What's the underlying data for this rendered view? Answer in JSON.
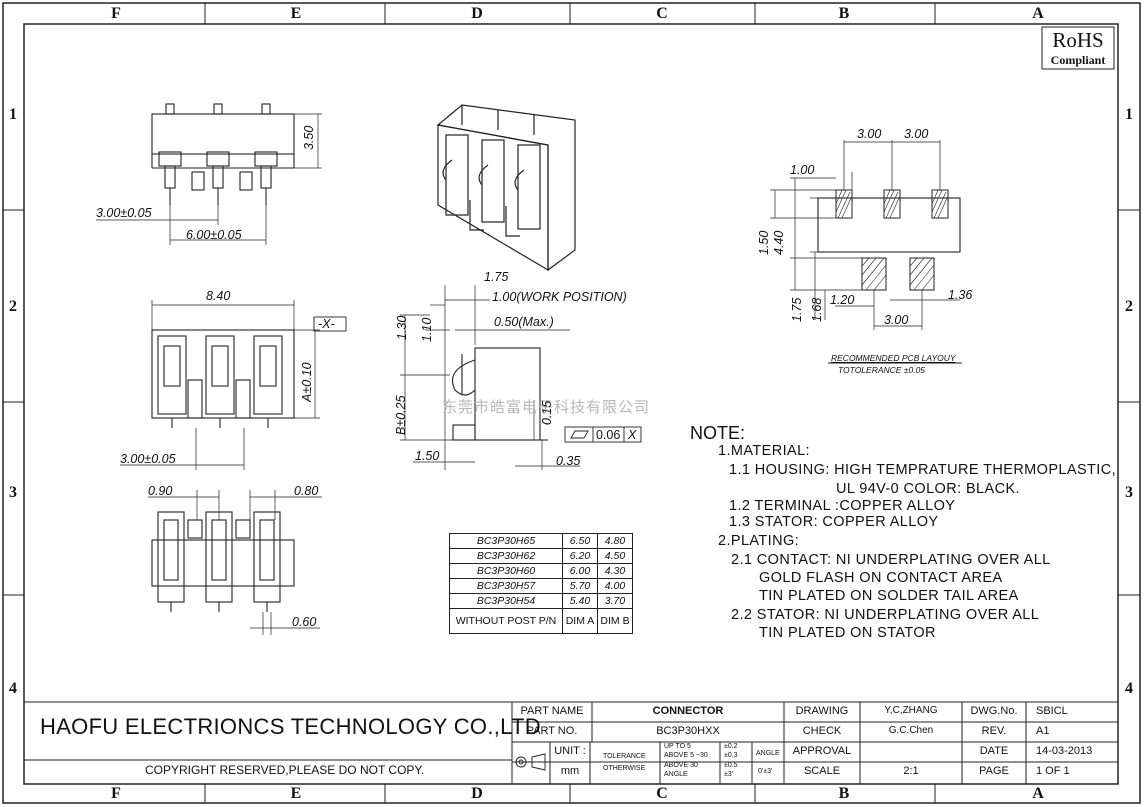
{
  "zones": {
    "columns": [
      "F",
      "E",
      "D",
      "C",
      "B",
      "A"
    ],
    "rows": [
      "1",
      "2",
      "3",
      "4"
    ]
  },
  "rohs": {
    "title": "RoHS",
    "subtitle": "Compliant"
  },
  "watermark": "东莞市皓富电子科技有限公司",
  "dims": {
    "top_view_height": "3.50",
    "top_pitch_single": "3.00±0.05",
    "top_pitch_double": "6.00±0.05",
    "front_width": "8.40",
    "front_datum": "-X-",
    "front_height": "A±0.10",
    "front_pitch": "3.00±0.05",
    "bottom_left": "0.90",
    "bottom_right": "0.80",
    "bottom_post": "0.60",
    "side_175": "1.75",
    "side_work": "1.00(WORK POSITION)",
    "side_130": "1.30",
    "side_110": "1.10",
    "side_050": "0.50(Max.)",
    "side_b": "B±0.25",
    "side_015": "0.15",
    "side_150": "1.50",
    "side_035": "0.35",
    "flatness_value": "0.06",
    "flatness_datum": "X",
    "pcb_300a": "3.00",
    "pcb_300b": "3.00",
    "pcb_100": "1.00",
    "pcb_150": "1.50",
    "pcb_440": "4.40",
    "pcb_175": "1.75",
    "pcb_168": "1.68",
    "pcb_120": "1.20",
    "pcb_136": "1.36",
    "pcb_300c": "3.00"
  },
  "pcb_layout": {
    "title": "RECOMMENDED PCB LAYOUY",
    "tolerance": "TOTOLERANCE ±0.05"
  },
  "parts_table": {
    "rows": [
      {
        "pn": "BC3P30H65",
        "a": "6.50",
        "b": "4.80"
      },
      {
        "pn": "BC3P30H62",
        "a": "6.20",
        "b": "4.50"
      },
      {
        "pn": "BC3P30H60",
        "a": "6.00",
        "b": "4.30"
      },
      {
        "pn": "BC3P30H57",
        "a": "5.70",
        "b": "4.00"
      },
      {
        "pn": "BC3P30H54",
        "a": "5.40",
        "b": "3.70"
      }
    ],
    "footer": {
      "pn": "WITHOUT POST P/N",
      "a": "DIM A",
      "b": "DIM B"
    }
  },
  "notes": {
    "title": "NOTE:",
    "lines": [
      "1.MATERIAL:",
      "1.1 HOUSING: HIGH TEMPRATURE THERMOPLASTIC,",
      "UL 94V-0 COLOR: BLACK.",
      "1.2 TERMINAL :COPPER ALLOY",
      "1.3 STATOR: COPPER ALLOY",
      "2.PLATING:",
      "2.1 CONTACT: NI UNDERPLATING OVER ALL",
      "GOLD FLASH ON CONTACT AREA",
      "TIN PLATED ON SOLDER TAIL AREA",
      "2.2 STATOR: NI UNDERPLATING OVER ALL",
      "TIN PLATED ON STATOR"
    ]
  },
  "title_block": {
    "company": "HAOFU ELECTRIONCS TECHNOLOGY CO.,LTD",
    "copyright": "COPYRIGHT RESERVED,PLEASE DO NOT COPY.",
    "part_name_label": "PART NAME",
    "part_name": "CONNECTOR",
    "part_no_label": "PART NO.",
    "part_no": "BC3P30HXX",
    "unit_label": "UNIT :",
    "unit": "mm",
    "tolerance_label": "TOLERANCE",
    "otherwise_label": "OTHERWISE",
    "tol_rows": [
      {
        "range": "UP TO 5",
        "value": "±0.2"
      },
      {
        "range": "ABOVE 5 ~30",
        "value": "±0.3"
      },
      {
        "range": "ABOVE 30",
        "value": "±0.5"
      },
      {
        "range": "ANGLE",
        "value": "±3'"
      }
    ],
    "angle_label": "ANGLE",
    "angle_value": "0'±3'",
    "drawing_label": "DRAWING",
    "drawing": "Y,C,ZHANG",
    "check_label": "CHECK",
    "check": "G.C.Chen",
    "approval_label": "APPROVAL",
    "scale_label": "SCALE",
    "scale": "2:1",
    "dwg_no_label": "DWG.No.",
    "dwg_no": "SBICL",
    "rev_label": "REV.",
    "rev": "A1",
    "date_label": "DATE",
    "date": "14-03-2013",
    "page_label": "PAGE",
    "page": "1 OF 1"
  }
}
